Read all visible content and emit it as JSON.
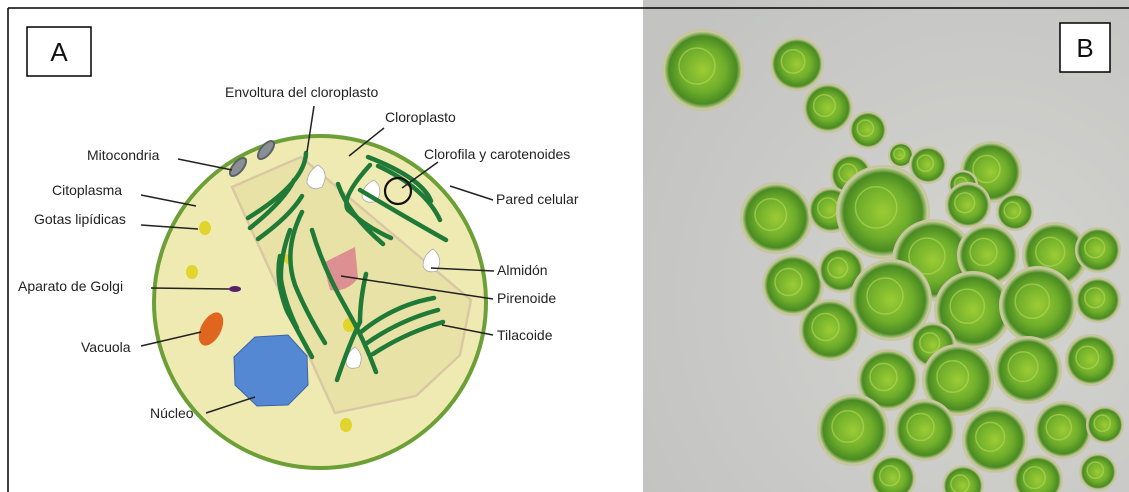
{
  "panel_a": {
    "letter": "A",
    "labels": {
      "envoltura": "Envoltura del cloroplasto",
      "cloroplasto": "Cloroplasto",
      "mitocondria": "Mitocondria",
      "clorofila": "Clorofila y carotenoides",
      "citoplasma": "Citoplasma",
      "pared": "Pared celular",
      "gotas": "Gotas lipídicas",
      "almidon": "Almidón",
      "golgi": "Aparato de Golgi",
      "pirenoide": "Pirenoide",
      "tilacoide": "Tilacoide",
      "vacuola": "Vacuola",
      "nucleo": "Núcleo"
    }
  },
  "panel_b": {
    "letter": "B"
  }
}
